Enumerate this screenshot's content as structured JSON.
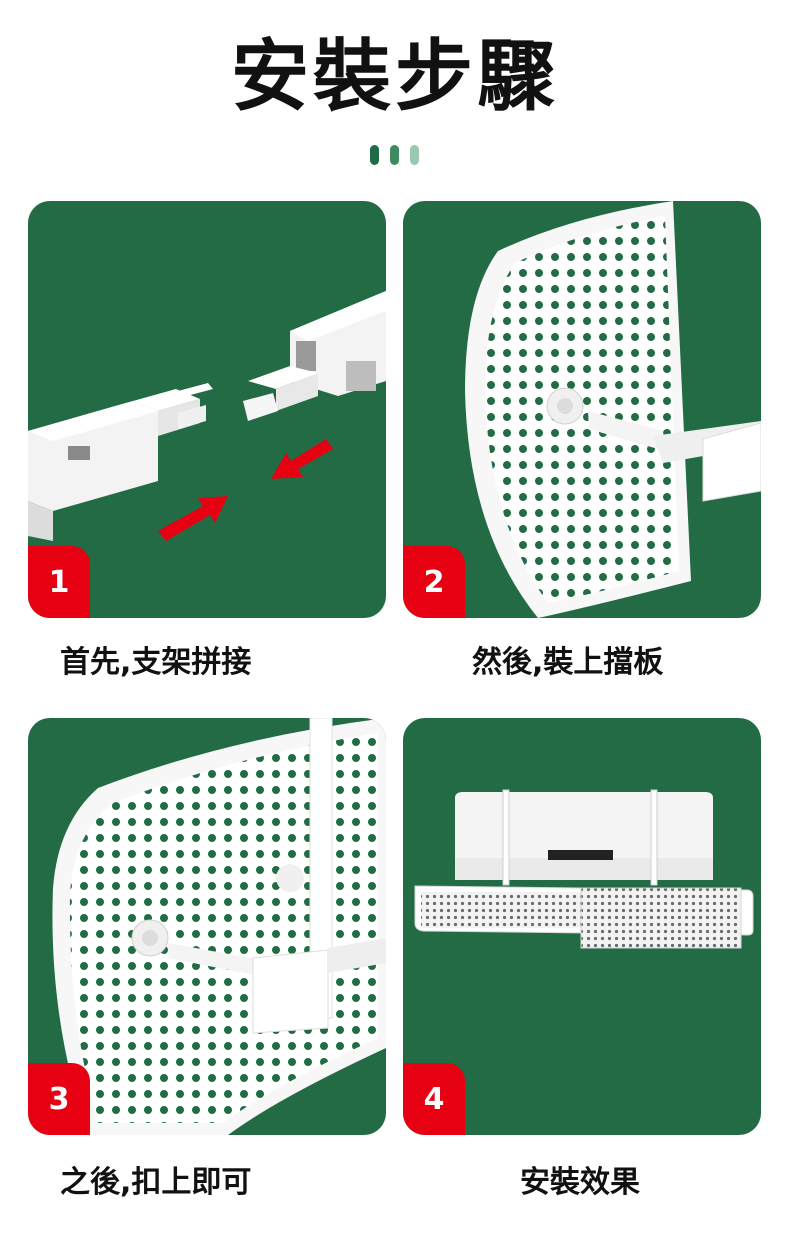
{
  "page": {
    "title": "安裝步驟"
  },
  "indicator": {
    "colors": [
      "#1e6b46",
      "#3f8a63",
      "#9cc8b2"
    ]
  },
  "steps": [
    {
      "number": "1",
      "caption": "首先,支架拼接"
    },
    {
      "number": "2",
      "caption": "然後,裝上擋板"
    },
    {
      "number": "3",
      "caption": "之後,扣上即可"
    },
    {
      "number": "4",
      "caption": "安裝效果"
    }
  ],
  "colors": {
    "panel_green": "#236b45",
    "badge_red": "#e70012",
    "arrow_red": "#e60012"
  }
}
